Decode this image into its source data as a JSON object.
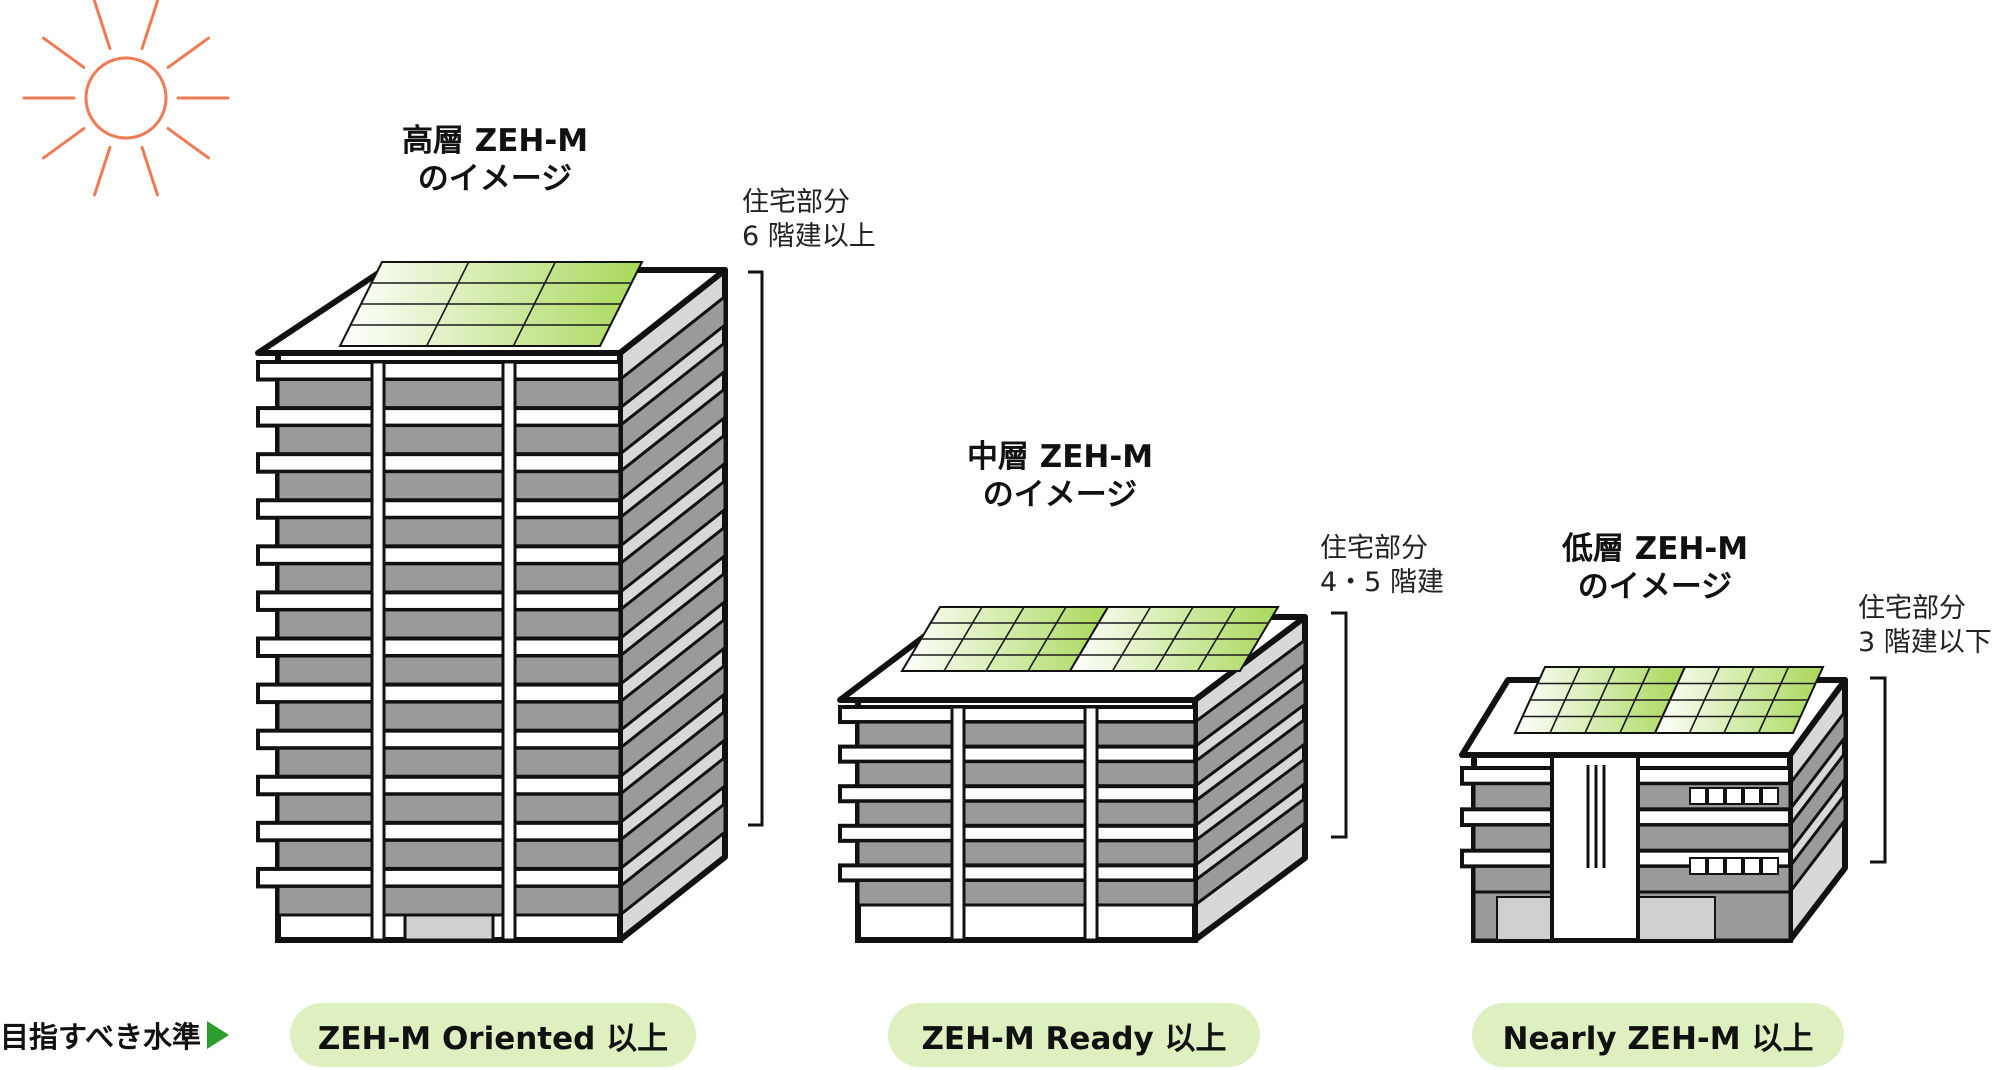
{
  "colors": {
    "sun": "#ef7b53",
    "panel_light": "#ffffff",
    "panel_dark": "#a8d85a",
    "window_gray": "#9a9a9a",
    "outline": "#111111",
    "pill_bg": "#dff0c0",
    "arrow": "#2e9e2e"
  },
  "icons": [
    "sun-icon",
    "solar-panel-icon",
    "building-icon",
    "bracket-icon",
    "arrow-right-icon"
  ],
  "buildings": [
    {
      "title_line1": "高層 ZEH-M",
      "title_line2": "のイメージ",
      "note_line1": "住宅部分",
      "note_line2": "6 階建以上",
      "target": "ZEH-M Oriented 以上",
      "floors": 12
    },
    {
      "title_line1": "中層 ZEH-M",
      "title_line2": "のイメージ",
      "note_line1": "住宅部分",
      "note_line2": "4・5 階建",
      "target": "ZEH-M Ready 以上",
      "floors": 5
    },
    {
      "title_line1": "低層 ZEH-M",
      "title_line2": "のイメージ",
      "note_line1": "住宅部分",
      "note_line2": "3 階建以下",
      "target": "Nearly ZEH-M 以上",
      "floors": 3
    }
  ],
  "goal_label": "目指すべき水準"
}
